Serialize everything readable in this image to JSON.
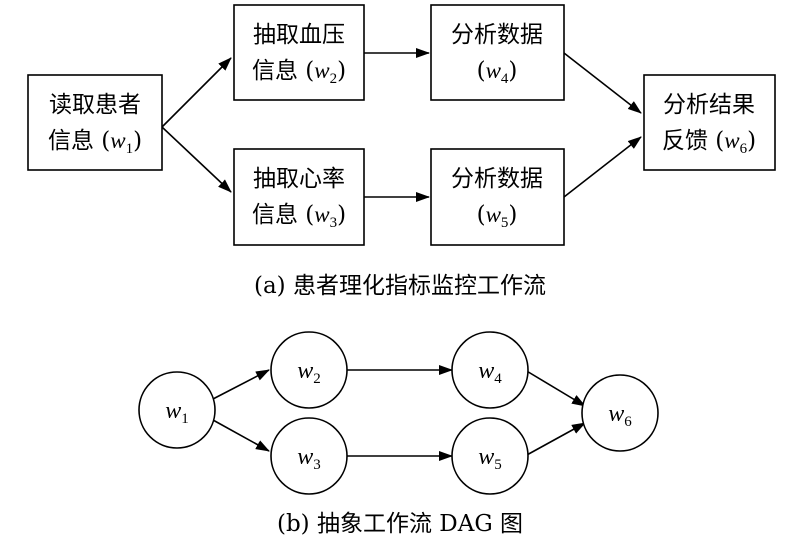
{
  "workflow": {
    "boxes": [
      {
        "id": "w1",
        "line1": "读取患者",
        "line2": "信息",
        "var": "w",
        "sub": "1"
      },
      {
        "id": "w2",
        "line1": "抽取血压",
        "line2": "信息",
        "var": "w",
        "sub": "2"
      },
      {
        "id": "w3",
        "line1": "抽取心率",
        "line2": "信息",
        "var": "w",
        "sub": "3"
      },
      {
        "id": "w4",
        "line1": "分析数据",
        "line2": "",
        "var": "w",
        "sub": "4"
      },
      {
        "id": "w5",
        "line1": "分析数据",
        "line2": "",
        "var": "w",
        "sub": "5"
      },
      {
        "id": "w6",
        "line1": "分析结果",
        "line2": "反馈",
        "var": "w",
        "sub": "6"
      }
    ],
    "caption": "(a) 患者理化指标监控工作流"
  },
  "dag": {
    "nodes": [
      {
        "id": "w1",
        "var": "w",
        "sub": "1"
      },
      {
        "id": "w2",
        "var": "w",
        "sub": "2"
      },
      {
        "id": "w3",
        "var": "w",
        "sub": "3"
      },
      {
        "id": "w4",
        "var": "w",
        "sub": "4"
      },
      {
        "id": "w5",
        "var": "w",
        "sub": "5"
      },
      {
        "id": "w6",
        "var": "w",
        "sub": "6"
      }
    ],
    "caption": "(b) 抽象工作流 DAG 图"
  },
  "edges": [
    [
      "w1",
      "w2"
    ],
    [
      "w1",
      "w3"
    ],
    [
      "w2",
      "w4"
    ],
    [
      "w3",
      "w5"
    ],
    [
      "w4",
      "w6"
    ],
    [
      "w5",
      "w6"
    ]
  ]
}
